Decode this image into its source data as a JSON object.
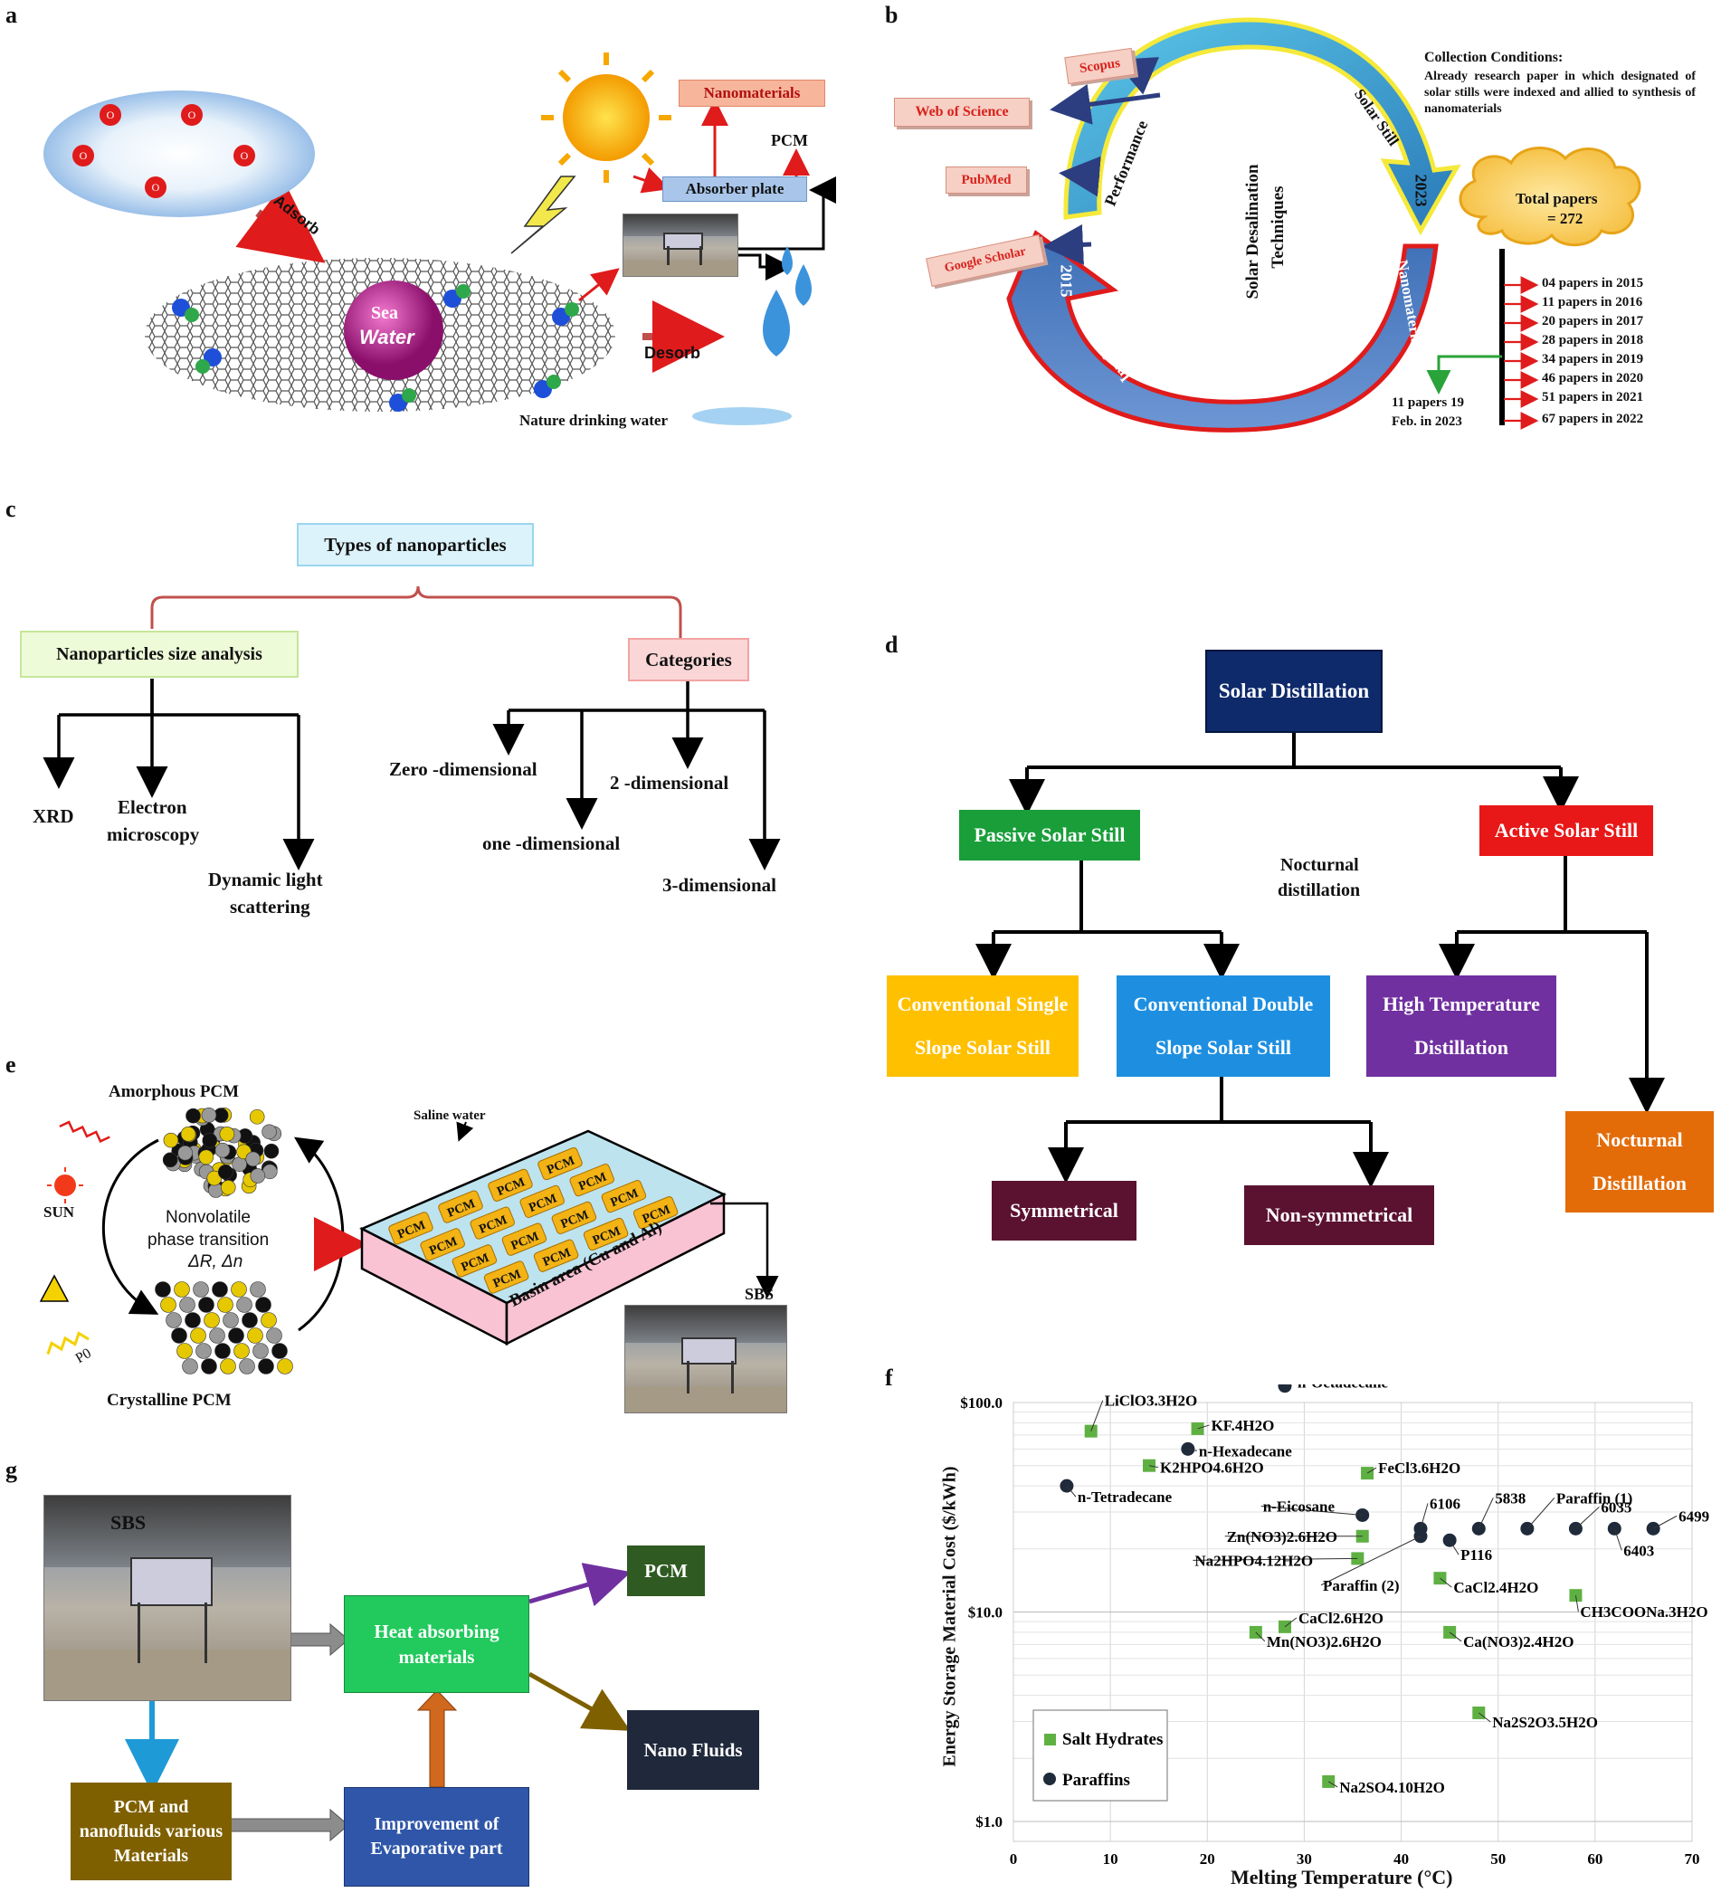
{
  "panel_labels": {
    "a": "a",
    "b": "b",
    "c": "c",
    "d": "d",
    "e": "e",
    "f": "f",
    "g": "g"
  },
  "panel_a": {
    "mol_o": "O",
    "sea_water": [
      "Sea",
      "Water"
    ],
    "adsorb": "Adsorb",
    "desorb": "Desorb",
    "nanomaterials": "Nanomaterials",
    "pcm": "PCM",
    "absorber_plate": "Absorber plate",
    "nature_water": "Nature drinking water"
  },
  "panel_b": {
    "sources": [
      "Scopus",
      "Web of Science",
      "PubMed",
      "Google Scholar"
    ],
    "cycle_center": [
      "Solar Desalination",
      "Techniques"
    ],
    "arc_labels": {
      "performance": "Performance",
      "solar_still": "Solar Still",
      "year_2023": "2023",
      "nanomaterials": "Nanomaterials",
      "involved": "Involved",
      "year_2015": "2015"
    },
    "conditions_title": "Collection Conditions:",
    "conditions_text": "Already research paper in which designated of solar stills were indexed and allied to synthesis of nanomaterials",
    "total": [
      "Total papers",
      "= 272"
    ],
    "years": [
      "04 papers in 2015",
      "11 papers in 2016",
      "20 papers in 2017",
      "28 papers in 2018",
      "34 papers in 2019",
      "46 papers in 2020",
      "51 papers in 2021",
      "67 papers in 2022"
    ],
    "feb_note": [
      "11 papers 19",
      "Feb. in 2023"
    ]
  },
  "panel_c": {
    "root": "Types of nanoparticles",
    "size": "Nanoparticles size analysis",
    "categories": "Categories",
    "xrd": "XRD",
    "electron": [
      "Electron",
      "microscopy"
    ],
    "dls": [
      "Dynamic light",
      "scattering"
    ],
    "zero": "Zero -dimensional",
    "one": "one -dimensional",
    "two": "2 -dimensional",
    "three": "3-dimensional"
  },
  "panel_d": {
    "root": "Solar Distillation",
    "passive": "Passive Solar Still",
    "active": "Active Solar Still",
    "nocturnal_text": [
      "Nocturnal",
      "distillation"
    ],
    "single": [
      "Conventional Single",
      "Slope Solar Still"
    ],
    "double": [
      "Conventional Double",
      "Slope Solar Still"
    ],
    "high": [
      "High Temperature",
      "Distillation"
    ],
    "nocturnal_box": [
      "Nocturnal",
      "Distillation"
    ],
    "symmetrical": "Symmetrical",
    "nonsym": "Non-symmetrical",
    "colors": {
      "root": "#0e2a6b",
      "passive": "#1a9e3a",
      "active": "#e81818",
      "single": "#ffc000",
      "double": "#1e8fe0",
      "high": "#7030a0",
      "nocturnal": "#e36c09",
      "symmetrical": "#5b1230",
      "nonsym": "#5b1230"
    }
  },
  "panel_e": {
    "amorphous": "Amorphous PCM",
    "crystalline": "Crystalline PCM",
    "sun": "SUN",
    "transition": [
      "Nonvolatile",
      "phase transition",
      "ΔR, Δn"
    ],
    "p0": "P0",
    "saline": "Saline water",
    "pcm": "PCM",
    "basin": "Basin area (Cu and Al)",
    "sbs": "SBS"
  },
  "panel_g": {
    "sbs": "SBS",
    "heat": [
      "Heat absorbing",
      "materials"
    ],
    "pcm": "PCM",
    "nano": "Nano Fluids",
    "pcm_nano": [
      "PCM and",
      "nanofluids various",
      "Materials"
    ],
    "improve": [
      "Improvement of",
      "Evaporative part"
    ]
  },
  "chart_data": {
    "type": "scatter",
    "xlabel": "Melting Temperature (°C)",
    "ylabel": "Energy Storage Material Cost ($/kWh)",
    "xlim": [
      0,
      70
    ],
    "ylim": [
      1.0,
      100.0
    ],
    "y_scale": "log",
    "x_ticks": [
      "0",
      "10",
      "20",
      "30",
      "40",
      "50",
      "60",
      "70"
    ],
    "y_ticks": [
      "$100.0",
      "$10.0",
      "$1.0"
    ],
    "y_tick_values": [
      100,
      10,
      1
    ],
    "legend_position": "bottom-left",
    "series": [
      {
        "name": "Salt Hydrates",
        "color": "#5fb043",
        "marker": "square",
        "points": [
          {
            "x": 8,
            "y": 73,
            "label": "LiClO3.3H2O"
          },
          {
            "x": 19,
            "y": 75,
            "label": "KF.4H2O"
          },
          {
            "x": 14,
            "y": 50,
            "label": "K2HPO4.6H2O"
          },
          {
            "x": 36.5,
            "y": 46,
            "label": "FeCl3.6H2O"
          },
          {
            "x": 36,
            "y": 23,
            "label": "Zn(NO3)2.6H2O"
          },
          {
            "x": 35.5,
            "y": 18,
            "label": "Na2HPO4.12H2O"
          },
          {
            "x": 44,
            "y": 14.5,
            "label": "CaCl2.4H2O"
          },
          {
            "x": 58,
            "y": 12,
            "label": "CH3COONa.3H2O"
          },
          {
            "x": 28,
            "y": 8.5,
            "label": "CaCl2.6H2O"
          },
          {
            "x": 25,
            "y": 8,
            "label": "Mn(NO3)2.6H2O"
          },
          {
            "x": 45,
            "y": 8,
            "label": "Ca(NO3)2.4H2O"
          },
          {
            "x": 48,
            "y": 3.3,
            "label": "Na2S2O3.5H2O"
          },
          {
            "x": 32.5,
            "y": 1.55,
            "label": "Na2SO4.10H2O"
          }
        ]
      },
      {
        "name": "Paraffins",
        "color": "#1f2a3a",
        "marker": "circle",
        "points": [
          {
            "x": 28,
            "y": 120,
            "label": "n-Octadecane"
          },
          {
            "x": 18,
            "y": 60,
            "label": "n-Hexadecane"
          },
          {
            "x": 5.5,
            "y": 40,
            "label": "n-Tetradecane"
          },
          {
            "x": 36,
            "y": 29,
            "label": "n-Eicosane"
          },
          {
            "x": 42,
            "y": 25,
            "label": "6106"
          },
          {
            "x": 42,
            "y": 23,
            "label": "Paraffin (2)"
          },
          {
            "x": 45,
            "y": 22,
            "label": "P116"
          },
          {
            "x": 48,
            "y": 25,
            "label": "5838"
          },
          {
            "x": 53,
            "y": 25,
            "label": "Paraffin (1)"
          },
          {
            "x": 58,
            "y": 25,
            "label": "6035"
          },
          {
            "x": 62,
            "y": 25,
            "label": "6403"
          },
          {
            "x": 66,
            "y": 25,
            "label": "6499"
          }
        ]
      }
    ]
  }
}
